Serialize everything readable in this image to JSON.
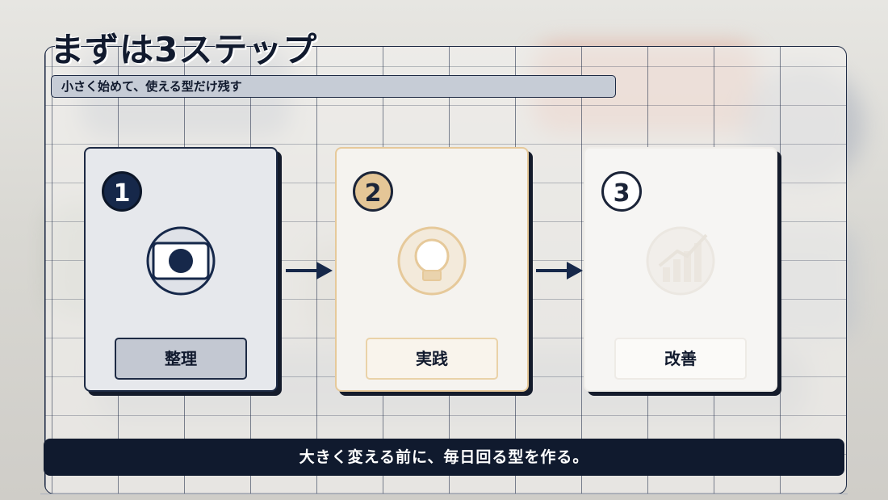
{
  "slide": {
    "title": "まずは3ステップ",
    "subtitle": "小さく始めて、使える型だけ残す",
    "steps": [
      {
        "number": "1",
        "label": "整理",
        "icon": "focus-target-icon"
      },
      {
        "number": "2",
        "label": "実践",
        "icon": "lightbulb-icon"
      },
      {
        "number": "3",
        "label": "改善",
        "icon": "growth-chart-icon"
      }
    ],
    "footer": "大きく変える前に、毎日回る型を作る。"
  },
  "colors": {
    "navy": "#16284a",
    "gold": "#e4c697",
    "card_grey": "#e6e8ec",
    "footer_bg": "#101a2e"
  }
}
